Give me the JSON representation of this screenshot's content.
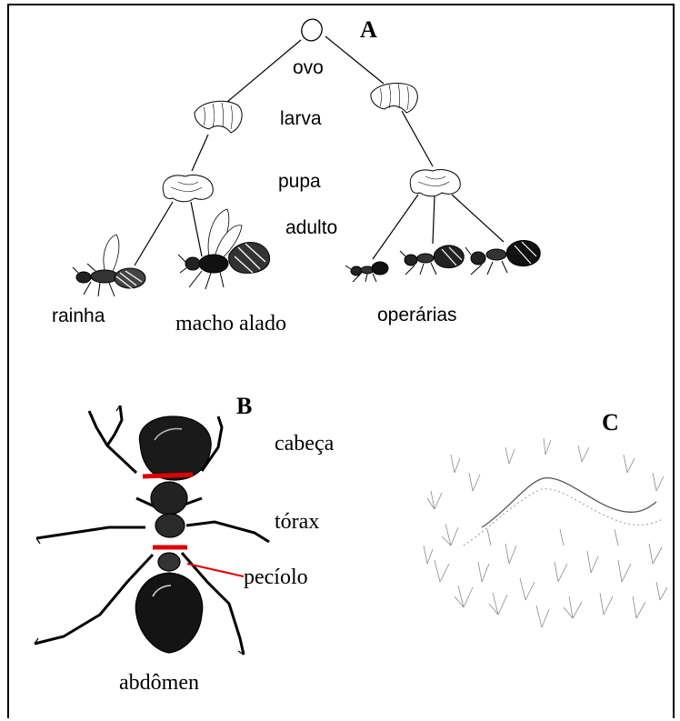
{
  "panel_a": {
    "letter": "A",
    "stages": {
      "egg": "ovo",
      "larva": "larva",
      "pupa": "pupa",
      "adult": "adulto"
    },
    "castes": {
      "queen": "rainha",
      "male": "macho alado",
      "workers": "operárias"
    }
  },
  "panel_b": {
    "letter": "B",
    "parts": {
      "head": "cabeça",
      "thorax": "tórax",
      "petiole": "pecíolo",
      "abdomen": "abdômen"
    }
  },
  "panel_c": {
    "letter": "C"
  },
  "colors": {
    "line": "#000000",
    "segment_marker": "#e00000",
    "vegetation": "#8a8a8a",
    "background": "#ffffff"
  }
}
